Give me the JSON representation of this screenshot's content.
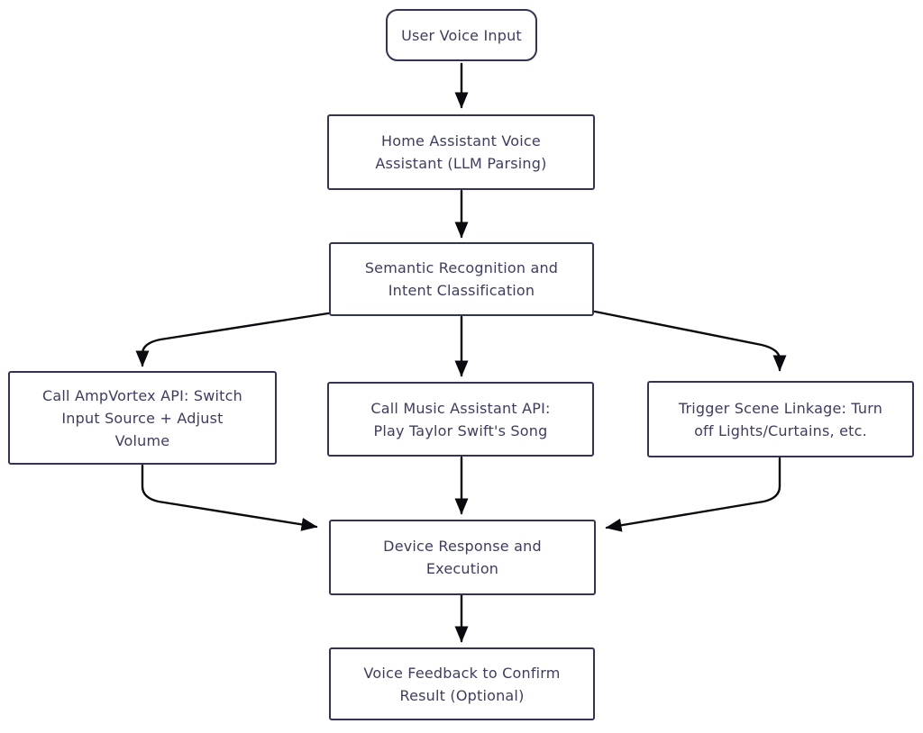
{
  "diagram": {
    "type": "flowchart",
    "background": "#ffffff",
    "colors": {
      "node_border": "#333355",
      "node_text": "#3d3d63",
      "arrow": "#0b0b0f"
    },
    "nodes": [
      {
        "id": "user-voice-input",
        "shape": "rounded-rectangle",
        "label": "User Voice Input",
        "lines": [
          "User Voice Input"
        ]
      },
      {
        "id": "home-assistant",
        "shape": "rectangle",
        "label": "Home Assistant Voice Assistant (LLM Parsing)",
        "lines": [
          "Home Assistant Voice",
          "Assistant (LLM Parsing)"
        ]
      },
      {
        "id": "semantic-recognition",
        "shape": "rectangle",
        "label": "Semantic Recognition and Intent Classification",
        "lines": [
          "Semantic Recognition and",
          "Intent Classification"
        ]
      },
      {
        "id": "ampvortex-api",
        "shape": "rectangle",
        "label": "Call AmpVortex API: Switch Input Source + Adjust Volume",
        "lines": [
          "Call AmpVortex API: Switch",
          "Input Source + Adjust",
          "Volume"
        ]
      },
      {
        "id": "music-assistant-api",
        "shape": "rectangle",
        "label": "Call Music Assistant API: Play Taylor Swift's Song",
        "lines": [
          "Call Music Assistant API:",
          "Play Taylor Swift's Song"
        ]
      },
      {
        "id": "scene-linkage",
        "shape": "rectangle",
        "label": "Trigger Scene Linkage: Turn off Lights/Curtains, etc.",
        "lines": [
          "Trigger Scene Linkage: Turn",
          "off Lights/Curtains, etc."
        ]
      },
      {
        "id": "device-response",
        "shape": "rectangle",
        "label": "Device Response and Execution",
        "lines": [
          "Device Response and",
          "Execution"
        ]
      },
      {
        "id": "voice-feedback",
        "shape": "rectangle",
        "label": "Voice Feedback to Confirm Result (Optional)",
        "lines": [
          "Voice Feedback to Confirm",
          "Result (Optional)"
        ]
      }
    ],
    "edges": [
      {
        "from": "user-voice-input",
        "to": "home-assistant"
      },
      {
        "from": "home-assistant",
        "to": "semantic-recognition"
      },
      {
        "from": "semantic-recognition",
        "to": "ampvortex-api"
      },
      {
        "from": "semantic-recognition",
        "to": "music-assistant-api"
      },
      {
        "from": "semantic-recognition",
        "to": "scene-linkage"
      },
      {
        "from": "ampvortex-api",
        "to": "device-response"
      },
      {
        "from": "music-assistant-api",
        "to": "device-response"
      },
      {
        "from": "scene-linkage",
        "to": "device-response"
      },
      {
        "from": "device-response",
        "to": "voice-feedback"
      }
    ]
  }
}
